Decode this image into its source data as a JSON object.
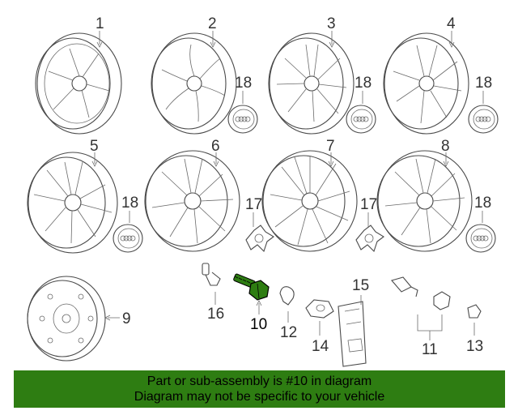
{
  "callouts": {
    "c1": "1",
    "c2": "2",
    "c3": "3",
    "c4": "4",
    "c5": "5",
    "c6": "6",
    "c7": "7",
    "c8": "8",
    "c9": "9",
    "c10": "10",
    "c11": "11",
    "c12": "12",
    "c13": "13",
    "c14": "14",
    "c15": "15",
    "c16": "16",
    "c17a": "17",
    "c17b": "17",
    "c18a": "18",
    "c18b": "18",
    "c18c": "18",
    "c18d": "18",
    "c18e": "18"
  },
  "highlight_color": "#2e7d12",
  "banner": {
    "line1": "Part or sub-assembly is #10 in diagram",
    "line2": "Diagram may not be specific to your vehicle"
  }
}
